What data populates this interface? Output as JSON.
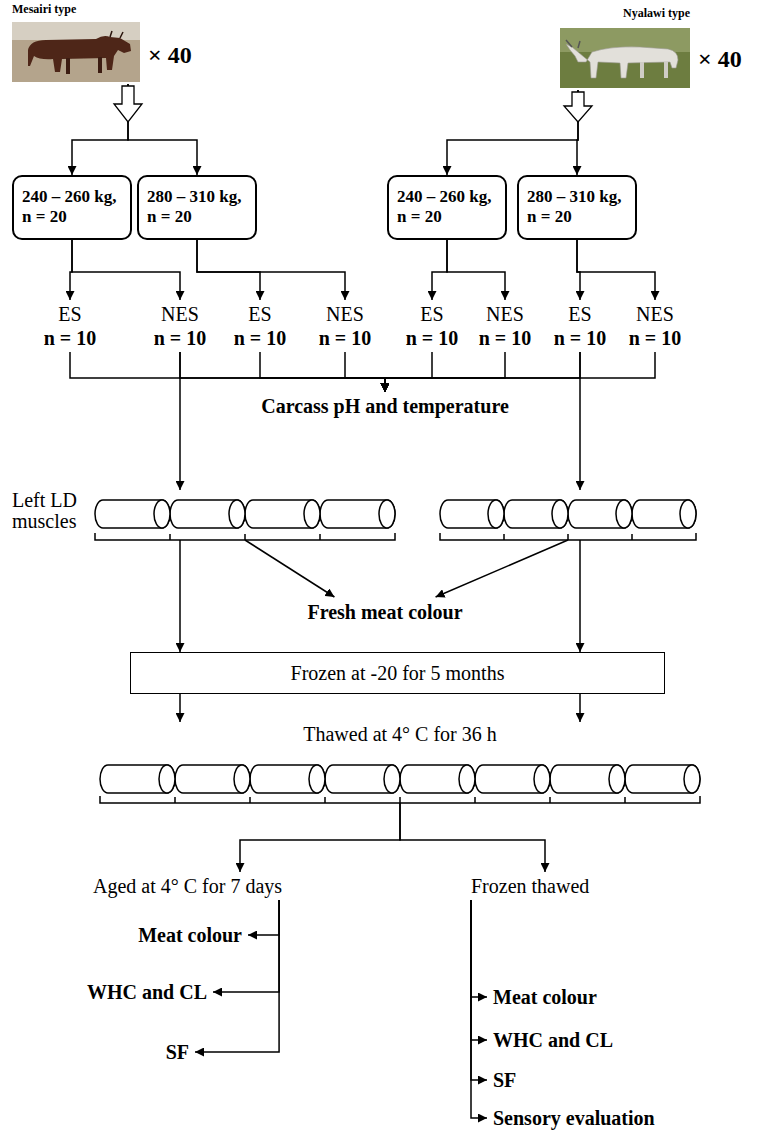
{
  "diagram": {
    "nodes": [
      {
        "text": [
          "Mesairi type"
        ]
      },
      {
        "text": [
          "Nyalawi type"
        ]
      },
      {
        "text": [
          "240 – 260 kg, n = 20"
        ]
      },
      {
        "text": [
          "280 – 310 kg, n = 20"
        ]
      },
      {
        "text": [
          "240 – 260 kg, n = 20"
        ]
      },
      {
        "text": [
          "280 – 310 kg, n = 20"
        ]
      },
      {
        "text": [
          "ES",
          "n = 10"
        ]
      },
      {
        "text": [
          "NES",
          "n = 10"
        ]
      },
      {
        "text": [
          "ES",
          "n = 10"
        ]
      },
      {
        "text": [
          "NES",
          "n = 10"
        ]
      },
      {
        "text": [
          "ES",
          "n = 10"
        ]
      },
      {
        "text": [
          "NES",
          "n = 10"
        ]
      },
      {
        "text": [
          "ES",
          "n = 10"
        ]
      },
      {
        "text": [
          "NES",
          "n = 10"
        ]
      },
      {
        "text": [
          "Carcass pH and temperature"
        ]
      },
      {
        "text": [
          "Left LD muscles"
        ]
      },
      {
        "text": [
          "Fresh meat colour"
        ]
      },
      {
        "text": [
          "Frozen at -20 for 5 months"
        ]
      },
      {
        "text": [
          "Thawed at 4° C for 36 h"
        ]
      },
      {
        "text": [
          "Aged at 4° C for 7 days"
        ]
      },
      {
        "text": [
          "Frozen thawed"
        ]
      },
      {
        "text": [
          "Meat colour"
        ]
      },
      {
        "text": [
          "WHC and CL"
        ]
      },
      {
        "text": [
          "SF"
        ]
      },
      {
        "text": [
          "Meat colour"
        ]
      },
      {
        "text": [
          "WHC and CL"
        ]
      },
      {
        "text": [
          "SF"
        ]
      },
      {
        "text": [
          "Sensory evaluation"
        ]
      }
    ],
    "edges": [
      {
        "from": 0,
        "to": 2,
        "arrow": "to"
      },
      {
        "from": 0,
        "to": 3,
        "arrow": "to"
      },
      {
        "from": 1,
        "to": 4,
        "arrow": "to"
      },
      {
        "from": 1,
        "to": 5,
        "arrow": "to"
      },
      {
        "from": 2,
        "to": 6,
        "arrow": "to"
      },
      {
        "from": 2,
        "to": 7,
        "arrow": "to"
      },
      {
        "from": 3,
        "to": 8,
        "arrow": "to"
      },
      {
        "from": 3,
        "to": 9,
        "arrow": "to"
      },
      {
        "from": 4,
        "to": 10,
        "arrow": "to"
      },
      {
        "from": 4,
        "to": 11,
        "arrow": "to"
      },
      {
        "from": 5,
        "to": 12,
        "arrow": "to"
      },
      {
        "from": 5,
        "to": 13,
        "arrow": "to"
      },
      {
        "from": 6,
        "to": 14,
        "arrow": "to"
      },
      {
        "from": 7,
        "to": 14,
        "arrow": "to"
      },
      {
        "from": 8,
        "to": 14,
        "arrow": "to"
      },
      {
        "from": 9,
        "to": 14,
        "arrow": "to"
      },
      {
        "from": 10,
        "to": 14,
        "arrow": "to"
      },
      {
        "from": 11,
        "to": 14,
        "arrow": "to"
      },
      {
        "from": 12,
        "to": 14,
        "arrow": "to"
      },
      {
        "from": 13,
        "to": 14,
        "arrow": "to"
      },
      {
        "from": 7,
        "to": 15,
        "arrow": "to"
      },
      {
        "from": 12,
        "to": 15,
        "arrow": "to"
      },
      {
        "from": 15,
        "to": 16,
        "arrow": "to"
      },
      {
        "from": 15,
        "to": 16,
        "arrow": "to"
      },
      {
        "from": 15,
        "to": 17,
        "arrow": "to"
      },
      {
        "from": 15,
        "to": 17,
        "arrow": "to"
      },
      {
        "from": 17,
        "to": 18,
        "arrow": "to"
      },
      {
        "from": 17,
        "to": 18,
        "arrow": "to"
      },
      {
        "from": 18,
        "to": 19,
        "arrow": "to"
      },
      {
        "from": 18,
        "to": 20,
        "arrow": "to"
      },
      {
        "from": 19,
        "to": 21,
        "arrow": "to"
      },
      {
        "from": 19,
        "to": 22,
        "arrow": "to"
      },
      {
        "from": 19,
        "to": 23,
        "arrow": "to"
      },
      {
        "from": 20,
        "to": 24,
        "arrow": "to"
      },
      {
        "from": 20,
        "to": 25,
        "arrow": "to"
      },
      {
        "from": 20,
        "to": 26,
        "arrow": "to"
      },
      {
        "from": 20,
        "to": 27,
        "arrow": "to"
      }
    ],
    "labels": [
      "× 40",
      "× 40"
    ]
  }
}
